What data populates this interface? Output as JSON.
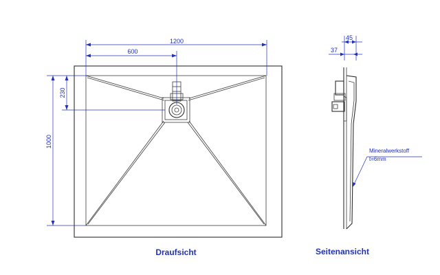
{
  "top_view": {
    "title": "Draufsicht",
    "dim_width": "1200",
    "dim_drain_offset_x": "600",
    "dim_depth": "1000",
    "dim_drain_offset_y": "230"
  },
  "side_view": {
    "title": "Seitenansicht",
    "dim_45": "45",
    "dim_37": "37",
    "material_note_line1": "Mineralwerkstoff",
    "material_note_line2": "t=6mm"
  },
  "colors": {
    "dimension": "#2030c0",
    "title": "#2233b0",
    "outline": "#2a2a2a"
  }
}
